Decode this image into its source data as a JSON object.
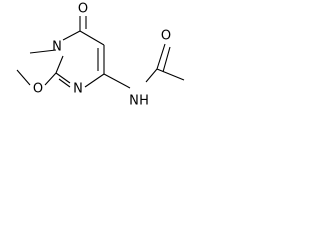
{
  "molecule": {
    "atoms": {
      "o_carbonyl_ring": "O",
      "n1": "N",
      "n3": "N",
      "o_methoxy": "O",
      "nh": "N",
      "h_of_nh": "H",
      "o_acetyl": "O"
    }
  },
  "colors": {
    "bond": "#000000",
    "label": "#000000",
    "background": "#ffffff"
  }
}
